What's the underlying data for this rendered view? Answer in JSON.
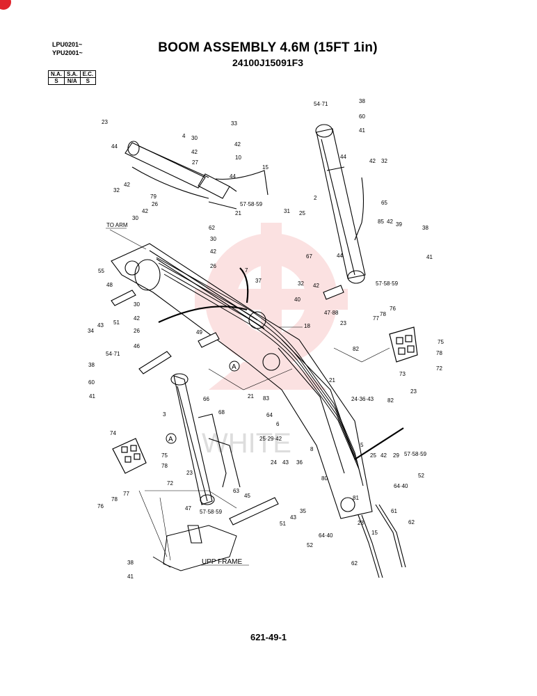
{
  "header": {
    "serials": [
      "LPU0201~",
      "YPU2001~"
    ],
    "title": "BOOM ASSEMBLY 4.6M (15FT 1in)",
    "part_number": "24100J15091F3",
    "availability": {
      "columns": [
        "N.A.",
        "S.A.",
        "E.C."
      ],
      "values": [
        "S",
        "N/A",
        "S"
      ]
    }
  },
  "callouts": {
    "to_arm": "TO ARM",
    "upp_frame": "UPP FRAME",
    "ref_a": "A",
    "watermark": "WHITE"
  },
  "labels": [
    {
      "id": "l23a",
      "text": "23"
    },
    {
      "id": "l4",
      "text": "4"
    },
    {
      "id": "l33",
      "text": "33"
    },
    {
      "id": "l44a",
      "text": "44"
    },
    {
      "id": "l30a",
      "text": "30"
    },
    {
      "id": "l42a",
      "text": "42"
    },
    {
      "id": "l42b",
      "text": "42"
    },
    {
      "id": "l27",
      "text": "27"
    },
    {
      "id": "l10",
      "text": "10"
    },
    {
      "id": "l15a",
      "text": "15"
    },
    {
      "id": "l44b",
      "text": "44"
    },
    {
      "id": "l575859a",
      "text": "57·58·59"
    },
    {
      "id": "l32a",
      "text": "32"
    },
    {
      "id": "l42c",
      "text": "42"
    },
    {
      "id": "l79",
      "text": "79"
    },
    {
      "id": "l21a",
      "text": "21"
    },
    {
      "id": "l26a",
      "text": "26"
    },
    {
      "id": "l42d",
      "text": "42"
    },
    {
      "id": "l30b",
      "text": "30"
    },
    {
      "id": "l62a",
      "text": "62"
    },
    {
      "id": "l30c",
      "text": "30"
    },
    {
      "id": "l42e",
      "text": "42"
    },
    {
      "id": "l26b",
      "text": "26"
    },
    {
      "id": "l55",
      "text": "55"
    },
    {
      "id": "l7",
      "text": "7"
    },
    {
      "id": "l37",
      "text": "37"
    },
    {
      "id": "l48",
      "text": "48"
    },
    {
      "id": "l30d",
      "text": "30"
    },
    {
      "id": "l42f",
      "text": "42"
    },
    {
      "id": "l26c",
      "text": "26"
    },
    {
      "id": "l34",
      "text": "34"
    },
    {
      "id": "l43a",
      "text": "43"
    },
    {
      "id": "l51a",
      "text": "51"
    },
    {
      "id": "l49",
      "text": "49"
    },
    {
      "id": "l46",
      "text": "46"
    },
    {
      "id": "l5471a",
      "text": "54·71"
    },
    {
      "id": "l38a",
      "text": "38"
    },
    {
      "id": "l60a",
      "text": "60"
    },
    {
      "id": "l41a",
      "text": "41"
    },
    {
      "id": "l21b",
      "text": "21"
    },
    {
      "id": "l83",
      "text": "83"
    },
    {
      "id": "l3",
      "text": "3"
    },
    {
      "id": "l66",
      "text": "66"
    },
    {
      "id": "l68",
      "text": "68"
    },
    {
      "id": "l64a",
      "text": "64"
    },
    {
      "id": "l6",
      "text": "6"
    },
    {
      "id": "l74",
      "text": "74"
    },
    {
      "id": "l75a",
      "text": "75"
    },
    {
      "id": "l78a",
      "text": "78"
    },
    {
      "id": "l72a",
      "text": "72"
    },
    {
      "id": "l23b",
      "text": "23"
    },
    {
      "id": "l575859b",
      "text": "57·58·59"
    },
    {
      "id": "l63",
      "text": "63"
    },
    {
      "id": "l76a",
      "text": "76"
    },
    {
      "id": "l78b",
      "text": "78"
    },
    {
      "id": "l77a",
      "text": "77"
    },
    {
      "id": "l47a",
      "text": "47"
    },
    {
      "id": "l45",
      "text": "45"
    },
    {
      "id": "l51b",
      "text": "51"
    },
    {
      "id": "l43b",
      "text": "43"
    },
    {
      "id": "l35",
      "text": "35"
    },
    {
      "id": "l38b",
      "text": "38"
    },
    {
      "id": "l41b",
      "text": "41"
    },
    {
      "id": "l5471b",
      "text": "54·71"
    },
    {
      "id": "l38c",
      "text": "38"
    },
    {
      "id": "l60b",
      "text": "60"
    },
    {
      "id": "l41c",
      "text": "41"
    },
    {
      "id": "l2",
      "text": "2"
    },
    {
      "id": "l44c",
      "text": "44"
    },
    {
      "id": "l42g",
      "text": "42"
    },
    {
      "id": "l32b",
      "text": "32"
    },
    {
      "id": "l65",
      "text": "65"
    },
    {
      "id": "l31",
      "text": "31"
    },
    {
      "id": "l25a",
      "text": "25"
    },
    {
      "id": "l85",
      "text": "85"
    },
    {
      "id": "l42h",
      "text": "42"
    },
    {
      "id": "l39",
      "text": "39"
    },
    {
      "id": "l38d",
      "text": "38"
    },
    {
      "id": "l67",
      "text": "67"
    },
    {
      "id": "l44d",
      "text": "44"
    },
    {
      "id": "l41d",
      "text": "41"
    },
    {
      "id": "l32c",
      "text": "32"
    },
    {
      "id": "l42i",
      "text": "42"
    },
    {
      "id": "l575859c",
      "text": "57·58·59"
    },
    {
      "id": "l40",
      "text": "40"
    },
    {
      "id": "l4788",
      "text": "47·88"
    },
    {
      "id": "l23c",
      "text": "23"
    },
    {
      "id": "l18",
      "text": "18"
    },
    {
      "id": "l77b",
      "text": "77"
    },
    {
      "id": "l78c",
      "text": "78"
    },
    {
      "id": "l76b",
      "text": "76"
    },
    {
      "id": "l82a",
      "text": "82"
    },
    {
      "id": "l75b",
      "text": "75"
    },
    {
      "id": "l78d",
      "text": "78"
    },
    {
      "id": "l72b",
      "text": "72"
    },
    {
      "id": "l73",
      "text": "73"
    },
    {
      "id": "l21c",
      "text": "21"
    },
    {
      "id": "l243643",
      "text": "24·36·43"
    },
    {
      "id": "l23d",
      "text": "23"
    },
    {
      "id": "l82b",
      "text": "82"
    },
    {
      "id": "l252942",
      "text": "25·29·42"
    },
    {
      "id": "l5",
      "text": "5"
    },
    {
      "id": "l8",
      "text": "8"
    },
    {
      "id": "l25b",
      "text": "25"
    },
    {
      "id": "l42j",
      "text": "42"
    },
    {
      "id": "l29",
      "text": "29"
    },
    {
      "id": "l575859d",
      "text": "57·58·59"
    },
    {
      "id": "l24",
      "text": "24"
    },
    {
      "id": "l43c",
      "text": "43"
    },
    {
      "id": "l36",
      "text": "36"
    },
    {
      "id": "l52a",
      "text": "52"
    },
    {
      "id": "l80",
      "text": "80"
    },
    {
      "id": "l81",
      "text": "81"
    },
    {
      "id": "l6440a",
      "text": "64·40"
    },
    {
      "id": "l61",
      "text": "61"
    },
    {
      "id": "l23e",
      "text": "23"
    },
    {
      "id": "l62b",
      "text": "62"
    },
    {
      "id": "l6440b",
      "text": "64·40"
    },
    {
      "id": "l52b",
      "text": "52"
    },
    {
      "id": "l15b",
      "text": "15"
    },
    {
      "id": "l62c",
      "text": "62"
    }
  ],
  "footer": {
    "page_number": "621-49-1"
  }
}
